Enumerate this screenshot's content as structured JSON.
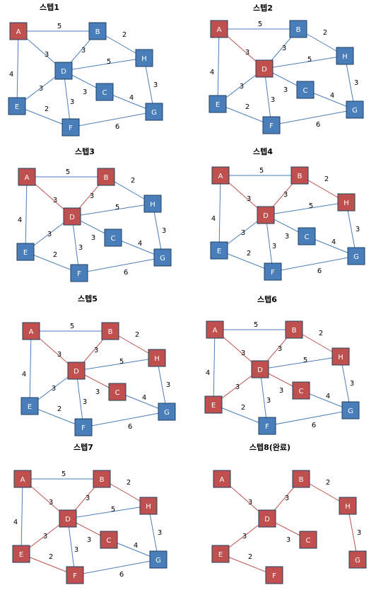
{
  "colors": {
    "blue_fill": "#4a7ebb",
    "red_fill": "#c0504d",
    "node_border": "#1f3f66",
    "blue_edge": "#4a7ebb",
    "red_edge": "#c0504d",
    "text": "#000000"
  },
  "node_labels": [
    "A",
    "B",
    "C",
    "D",
    "E",
    "F",
    "G",
    "H"
  ],
  "edges": [
    {
      "from": "A",
      "to": "B",
      "weight": "5"
    },
    {
      "from": "A",
      "to": "D",
      "weight": "3"
    },
    {
      "from": "A",
      "to": "E",
      "weight": "4"
    },
    {
      "from": "B",
      "to": "D",
      "weight": "3"
    },
    {
      "from": "B",
      "to": "H",
      "weight": "2"
    },
    {
      "from": "D",
      "to": "H",
      "weight": "5"
    },
    {
      "from": "D",
      "to": "C",
      "weight": "3"
    },
    {
      "from": "D",
      "to": "E",
      "weight": "3"
    },
    {
      "from": "D",
      "to": "F",
      "weight": "3"
    },
    {
      "from": "C",
      "to": "G",
      "weight": "4"
    },
    {
      "from": "H",
      "to": "G",
      "weight": "3"
    },
    {
      "from": "E",
      "to": "F",
      "weight": "2"
    },
    {
      "from": "F",
      "to": "G",
      "weight": "6"
    }
  ],
  "steps": [
    {
      "title": "스텝1",
      "red_nodes": [
        "A"
      ],
      "red_edges": [],
      "visible_edges": "all"
    },
    {
      "title": "스텝2",
      "red_nodes": [
        "A",
        "D"
      ],
      "red_edges": [
        "A-D"
      ],
      "visible_edges": "all"
    },
    {
      "title": "스텝3",
      "red_nodes": [
        "A",
        "B",
        "D"
      ],
      "red_edges": [
        "A-D",
        "B-D"
      ],
      "visible_edges": "all"
    },
    {
      "title": "스텝4",
      "red_nodes": [
        "A",
        "B",
        "D",
        "H"
      ],
      "red_edges": [
        "A-D",
        "B-D",
        "B-H"
      ],
      "visible_edges": "all"
    },
    {
      "title": "스텝5",
      "red_nodes": [
        "A",
        "B",
        "C",
        "D",
        "H"
      ],
      "red_edges": [
        "A-D",
        "B-D",
        "B-H",
        "D-C"
      ],
      "visible_edges": "all"
    },
    {
      "title": "스텝6",
      "red_nodes": [
        "A",
        "B",
        "C",
        "D",
        "E",
        "H"
      ],
      "red_edges": [
        "A-D",
        "B-D",
        "B-H",
        "D-C",
        "D-E"
      ],
      "visible_edges": "all"
    },
    {
      "title": "스텝7",
      "red_nodes": [
        "A",
        "B",
        "C",
        "D",
        "E",
        "F",
        "H"
      ],
      "red_edges": [
        "A-D",
        "B-D",
        "B-H",
        "D-C",
        "D-E",
        "E-F"
      ],
      "visible_edges": "all"
    },
    {
      "title": "스텝8(완료)",
      "red_nodes": [
        "A",
        "B",
        "C",
        "D",
        "E",
        "F",
        "G",
        "H"
      ],
      "red_edges": [
        "A-D",
        "B-D",
        "B-H",
        "D-C",
        "D-E",
        "E-F",
        "H-G"
      ],
      "visible_edges": "red_only"
    }
  ]
}
